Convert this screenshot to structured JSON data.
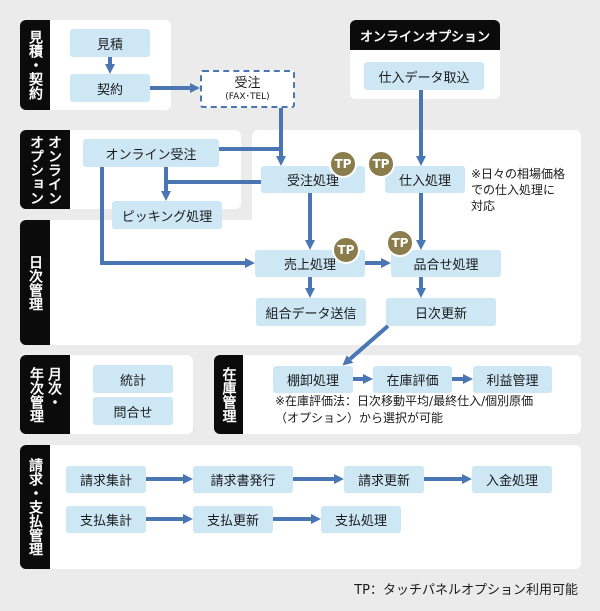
{
  "colors": {
    "background": "#ebebeb",
    "panel": "#ffffff",
    "box": "#cde7f5",
    "arrow": "#4a77b4",
    "label": "#0b0b0b",
    "tp_badge": "#8b7c4b"
  },
  "tp_badge": "TP",
  "estimate": {
    "label": [
      "見積・契約"
    ],
    "items": [
      "見積",
      "契約"
    ]
  },
  "order_manual": {
    "title": "受注",
    "sub": "(FAX･TEL)"
  },
  "online_top": {
    "header": "オンラインオプション",
    "items": [
      "仕入データ取込"
    ]
  },
  "online_mid": {
    "label": [
      "オンライン",
      "オプション"
    ],
    "items": [
      "オンライン受注",
      "ピッキング処理"
    ]
  },
  "daily": {
    "label": [
      "日次管理"
    ],
    "items": [
      "受注処理",
      "仕入処理",
      "売上処理",
      "品合せ処理",
      "組合データ送信",
      "日次更新"
    ],
    "note": [
      "※日々の相場価格",
      "での仕入処理に",
      "対応"
    ]
  },
  "monthly": {
    "label": [
      "月次・",
      "年次管理"
    ],
    "items": [
      "統計",
      "問合せ"
    ]
  },
  "inventory": {
    "label": [
      "在庫管理"
    ],
    "items": [
      "棚卸処理",
      "在庫評価",
      "利益管理"
    ],
    "note": [
      "※在庫評価法：日次移動平均/最終仕入/個別原価",
      "（オプション）から選択が可能"
    ]
  },
  "billing": {
    "label": [
      "請求・支払管理"
    ],
    "row1": [
      "請求集計",
      "請求書発行",
      "請求更新",
      "入金処理"
    ],
    "row2": [
      "支払集計",
      "支払更新",
      "支払処理"
    ]
  },
  "footer": "TP：タッチパネルオプション利用可能"
}
